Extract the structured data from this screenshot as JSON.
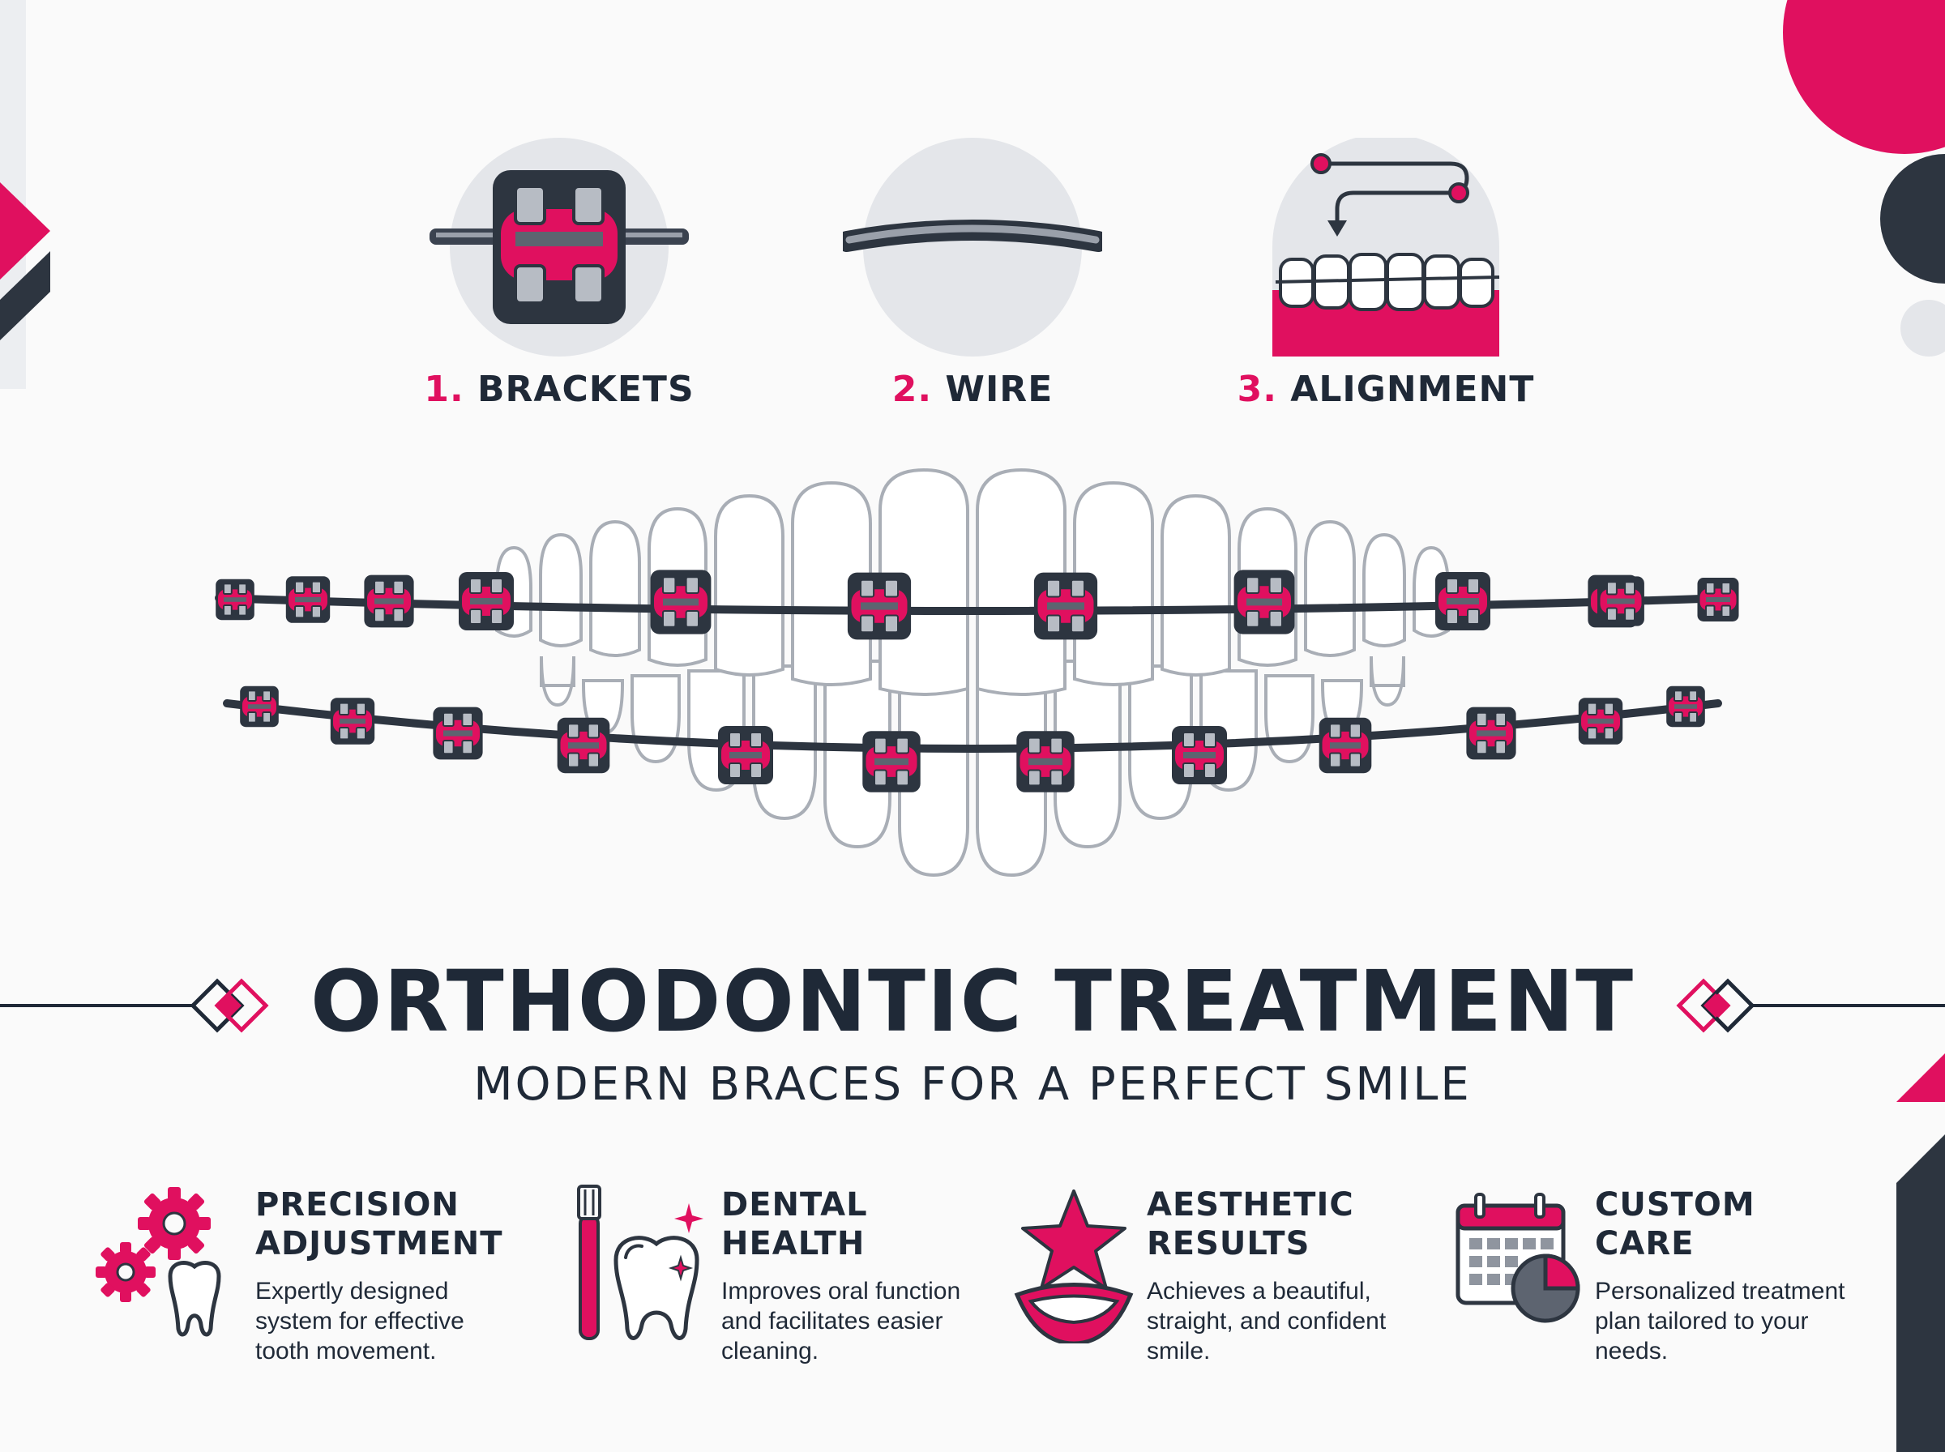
{
  "steps": [
    {
      "num": "1.",
      "label": "BRACKETS",
      "icon": "bracket-icon"
    },
    {
      "num": "2.",
      "label": "WIRE",
      "icon": "wire-icon"
    },
    {
      "num": "3.",
      "label": "ALIGNMENT",
      "icon": "alignment-icon"
    }
  ],
  "title": "ORTHODONTIC TREATMENT",
  "subtitle": "MODERN BRACES FOR A PERFECT SMILE",
  "features": [
    {
      "title_line1": "PRECISION",
      "title_line2": "ADJUSTMENT",
      "desc_line1": "Expertly designed",
      "desc_line2": "system for effective",
      "desc_line3": "tooth movement.",
      "icon": "gears-tooth-icon"
    },
    {
      "title_line1": "DENTAL",
      "title_line2": "HEALTH",
      "desc_line1": "Improves oral function",
      "desc_line2": "and facilitates easier",
      "desc_line3": "cleaning.",
      "icon": "toothbrush-tooth-icon"
    },
    {
      "title_line1": "AESTHETIC",
      "title_line2": "RESULTS",
      "desc_line1": "Achieves a beautiful,",
      "desc_line2": "straight, and confident",
      "desc_line3": "smile.",
      "icon": "star-smile-icon"
    },
    {
      "title_line1": "CUSTOM",
      "title_line2": "CARE",
      "desc_line1": "Personalized treatment",
      "desc_line2": "plan tailored to your",
      "desc_line3": "needs.",
      "icon": "calendar-chart-icon"
    }
  ],
  "colors": {
    "accent": "#e0105f",
    "dark": "#2d3540",
    "light_gray": "#e4e6ea",
    "background": "#fafafa"
  }
}
